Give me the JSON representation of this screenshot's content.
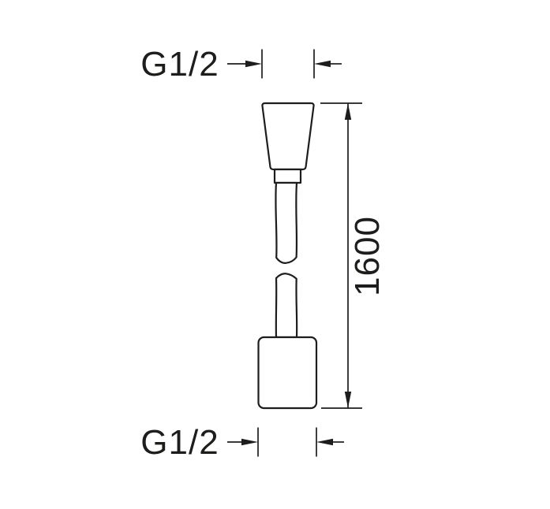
{
  "figure": "shower-hose-dimension-drawing",
  "labels": {
    "top_thread": "G1/2",
    "hose_length": "1600",
    "bottom_thread": "G1/2"
  },
  "colors": {
    "line": "#1d1d1b",
    "background": "#ffffff"
  }
}
